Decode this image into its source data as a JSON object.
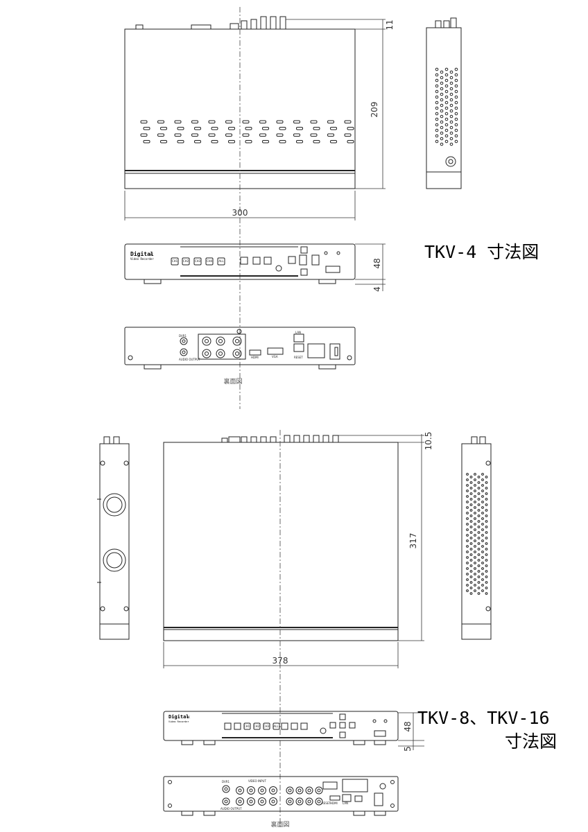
{
  "tkv4": {
    "title": "TKV-4 寸法図",
    "dim_width": "300",
    "dim_depth": "209",
    "dim_connector": "11",
    "dim_height": "48",
    "dim_foot": "4",
    "rear_caption": "裏面図",
    "brand": "Digital",
    "brand_sub": "4K",
    "brand_line2": "Video Recorder",
    "front_buttons": [
      "CH1",
      "CH2",
      "CH3",
      "CH4",
      "ALL"
    ],
    "rear_labels": [
      "DVR1",
      "AUDIO OUTPUT",
      "HDMI",
      "VGA",
      "LAN",
      "RESET"
    ]
  },
  "tkv8": {
    "title_line1": "TKV-8、TKV-16",
    "title_line2": "寸法図",
    "dim_width": "378",
    "dim_depth": "317",
    "dim_connector": "10.5",
    "dim_height": "48",
    "dim_foot": "5",
    "rear_caption": "裏面図",
    "brand": "Digital",
    "brand_sub": "4K",
    "brand_line2": "Video Recorder",
    "front_buttons": [
      "CH1",
      "CH2",
      "CH3",
      "ALL"
    ],
    "rear_labels": [
      "DVR1",
      "AUDIO OUTPUT",
      "VIDEO INPUT",
      "HDMI",
      "LAN",
      "RESET"
    ]
  }
}
